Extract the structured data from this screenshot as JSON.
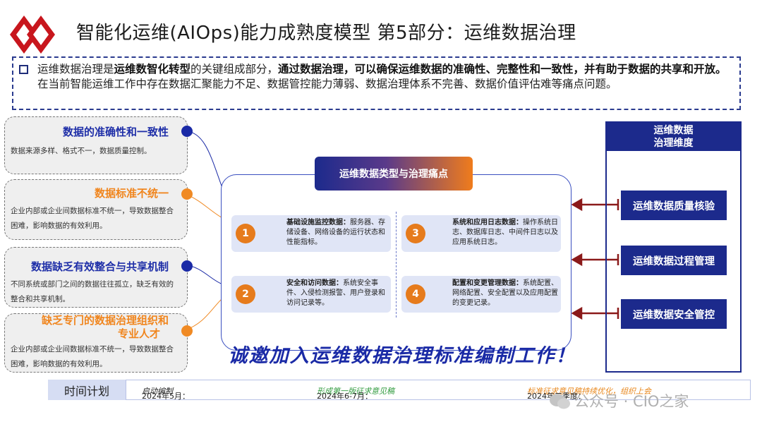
{
  "header": {
    "title": "智能化运维(AIOps)能力成熟度模型 第5部分：运维数据治理"
  },
  "intro": {
    "p1": "运维数据治理是",
    "b1": "运维数智化转型",
    "p2": "的关键组成部分，",
    "b2": "通过数据治理，可以确保运维数据的准确性、完整性和一致性，并有助于数据的共享和开放。",
    "p3": "在当前智能运维工作中存在数据汇聚能力不足、数据管控能力薄弱、数据治理体系不完善、数据价值评估难等痛点问题。"
  },
  "left_panels": [
    {
      "title": "数据的准确性和一致性",
      "desc": "数据来源多样、格式不一，数据质量控制。",
      "color": "#1a2aa6"
    },
    {
      "title": "数据标准不统一",
      "desc": "企业内部或企业间数据标准不统一，导致数据整合困难，影响数据的有效利用。",
      "color": "#f08a24"
    },
    {
      "title": "数据缺乏有效整合与共享机制",
      "desc": "不同系统或部门之间的数据往往孤立，缺乏有效的整合和共享机制。",
      "color": "#1a2aa6"
    },
    {
      "title_line1": "缺乏专门的数据治理组织和",
      "title_line2": "专业人才",
      "desc": "企业内部或企业间数据标准不统一，导致数据整合困难，影响数据的有效利用。",
      "color": "#f08a24"
    }
  ],
  "hub": {
    "title": "运维数据类型与治理痛点",
    "cards": [
      {
        "num": "1",
        "bold": "基础设施监控数据：",
        "text": "服务器、存储设备、网络设备的运行状态和性能指标。"
      },
      {
        "num": "2",
        "bold": "安全和访问数据：",
        "text": "系统安全事件、入侵检测报警、用户登录和访问记录等。"
      },
      {
        "num": "3",
        "bold": "系统和应用日志数据：",
        "text": "操作系统日志、数据库日志、中间件日志以及应用系统日志。"
      },
      {
        "num": "4",
        "bold": "配置和变更管理数据：",
        "text": "系统配置、网络配置、安全配置以及应用配置的变更记录。"
      }
    ]
  },
  "right_panel": {
    "head_line1": "运维数据",
    "head_line2": "治理维度",
    "items": [
      "运维数据质量核验",
      "运维数据过程管理",
      "运维数据安全管控"
    ]
  },
  "banner": "诚邀加入运维数据治理标准编制工作！",
  "timeline": {
    "label": "时间计划",
    "items": [
      {
        "date": "2024年5月：",
        "task": "启动编制"
      },
      {
        "date": "2024年6-7月：",
        "task": "形成第一版征求意见稿"
      },
      {
        "date": "2024年三季度：",
        "task": "标准征求意见稿持续优化，组织上会"
      }
    ]
  },
  "watermark": "公众号 · CIO之家",
  "colors": {
    "navy": "#1c2a8c",
    "blue": "#1a2aa6",
    "orange": "#f08a24",
    "dark_red": "#8b1a1a",
    "logo_red": "#c8161d"
  },
  "icons": [
    "diamond-logo-icon",
    "square-bullet-icon",
    "arrow-left-icon",
    "wechat-icon"
  ]
}
